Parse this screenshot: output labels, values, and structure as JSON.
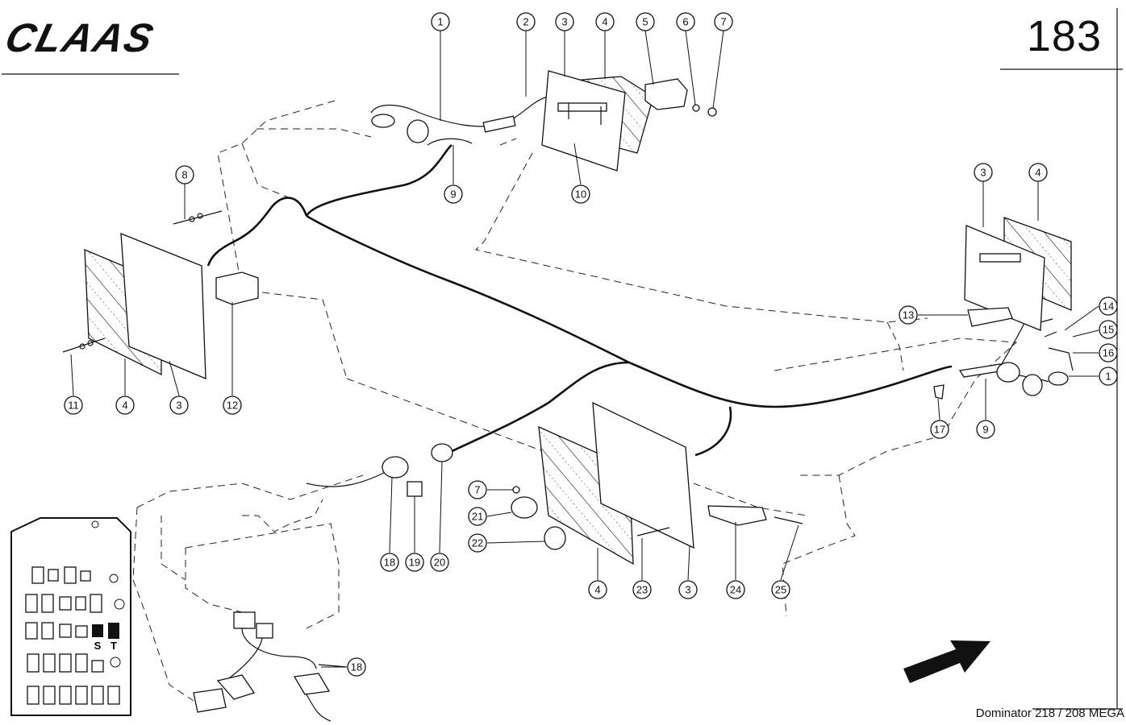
{
  "header": {
    "brand": "CLAAS",
    "page_number": "183"
  },
  "footer": {
    "model": "Dominator 218 / 208 MEGA"
  },
  "fuse_panel": {
    "labels": [
      "S",
      "T"
    ]
  },
  "callouts": [
    {
      "id": "c1a",
      "label": "1"
    },
    {
      "id": "c2",
      "label": "2"
    },
    {
      "id": "c3a",
      "label": "3"
    },
    {
      "id": "c4a",
      "label": "4"
    },
    {
      "id": "c5",
      "label": "5"
    },
    {
      "id": "c6",
      "label": "6"
    },
    {
      "id": "c7a",
      "label": "7"
    },
    {
      "id": "c8",
      "label": "8"
    },
    {
      "id": "c9a",
      "label": "9"
    },
    {
      "id": "c10",
      "label": "10"
    },
    {
      "id": "c3b",
      "label": "3"
    },
    {
      "id": "c4b",
      "label": "4"
    },
    {
      "id": "c13",
      "label": "13"
    },
    {
      "id": "c14",
      "label": "14"
    },
    {
      "id": "c15",
      "label": "15"
    },
    {
      "id": "c16",
      "label": "16"
    },
    {
      "id": "c1b",
      "label": "1"
    },
    {
      "id": "c11",
      "label": "11"
    },
    {
      "id": "c4c",
      "label": "4"
    },
    {
      "id": "c3c",
      "label": "3"
    },
    {
      "id": "c12",
      "label": "12"
    },
    {
      "id": "c17",
      "label": "17"
    },
    {
      "id": "c9b",
      "label": "9"
    },
    {
      "id": "c7b",
      "label": "7"
    },
    {
      "id": "c21",
      "label": "21"
    },
    {
      "id": "c22",
      "label": "22"
    },
    {
      "id": "c18a",
      "label": "18"
    },
    {
      "id": "c19",
      "label": "19"
    },
    {
      "id": "c20",
      "label": "20"
    },
    {
      "id": "c4d",
      "label": "4"
    },
    {
      "id": "c23",
      "label": "23"
    },
    {
      "id": "c3d",
      "label": "3"
    },
    {
      "id": "c24",
      "label": "24"
    },
    {
      "id": "c25",
      "label": "25"
    },
    {
      "id": "c18b",
      "label": "18"
    }
  ]
}
